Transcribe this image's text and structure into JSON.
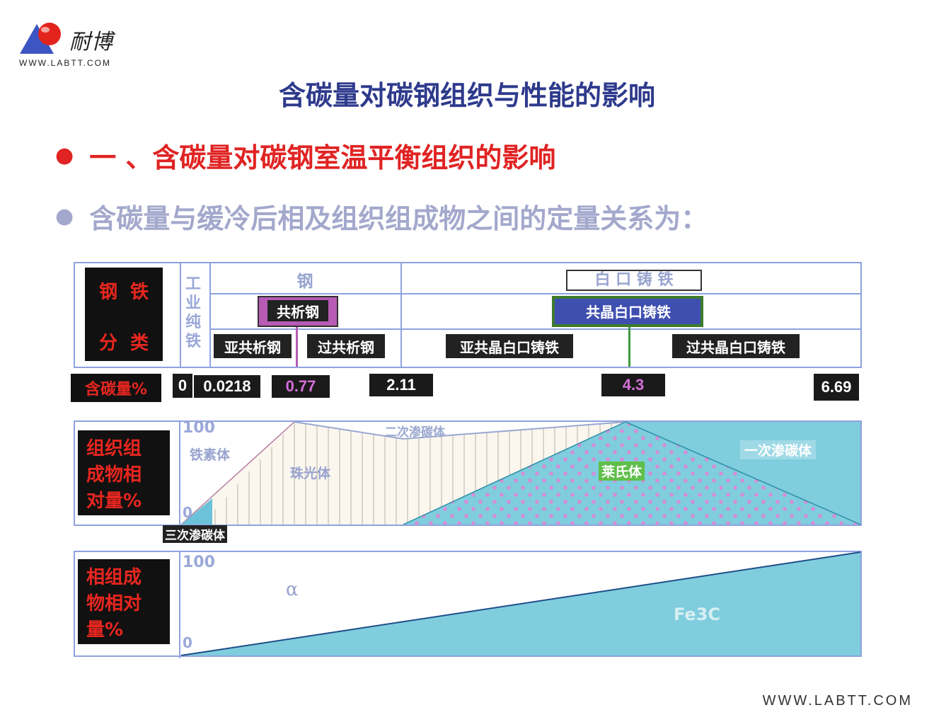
{
  "header": {
    "logo_name": "耐博",
    "logo_url": "WWW.LABTT.COM"
  },
  "title": "含碳量对碳钢组织与性能的影响",
  "bullets": [
    "一 、含碳量对碳钢室温平衡组织的影响",
    "含碳量与缓冷后相及组织组成物之间的定量关系为："
  ],
  "classification": {
    "label_top": "钢  铁",
    "label_bottom": "分  类",
    "pure_iron": "工业纯铁",
    "steel": "钢",
    "white_cast_iron": "白 口 铸 铁",
    "eutectoid_steel": "共析钢",
    "eutectic_white_iron": "共晶白口铸铁",
    "hypoeutectoid_steel": "亚共析钢",
    "hypereutectoid_steel": "过共析钢",
    "hypoeutectic_white_iron": "亚共晶白口铸铁",
    "hypereutectic_white_iron": "过共晶白口铸铁"
  },
  "carbon_scale": {
    "label": "含碳量%",
    "values": [
      "0",
      "0.0218",
      "0.77",
      "2.11",
      "4.3",
      "6.69"
    ]
  },
  "structure_panel": {
    "label": "组织组成物相对量%",
    "label_lines": [
      "组织组",
      "成物相",
      "对量%"
    ],
    "top": "100",
    "bottom": "0",
    "regions": {
      "ferrite": "铁素体",
      "pearlite": "珠光体",
      "secondary_cementite": "二次渗碳体",
      "ledeburite": "莱氏体",
      "primary_cementite": "一次渗碳体",
      "tertiary_cementite": "三次渗碳体"
    }
  },
  "phase_panel": {
    "label_lines": [
      "相组成",
      "物相对",
      "量%"
    ],
    "top": "100",
    "bottom": "0",
    "alpha": "α",
    "fe3c": "Fe3C"
  },
  "footer": "WWW.LABTT.COM",
  "colors": {
    "title": "#2e3a8c",
    "bullet_red": "#e02323",
    "bullet_gray": "#a3a8cc",
    "cyan": "#7fcddd",
    "pink_dot": "#d88ad8",
    "eutectoid_bg": "#b75bb5",
    "eutectic_bg": "#3f4fb0",
    "ledeburite_bg": "#5fbf4a"
  }
}
